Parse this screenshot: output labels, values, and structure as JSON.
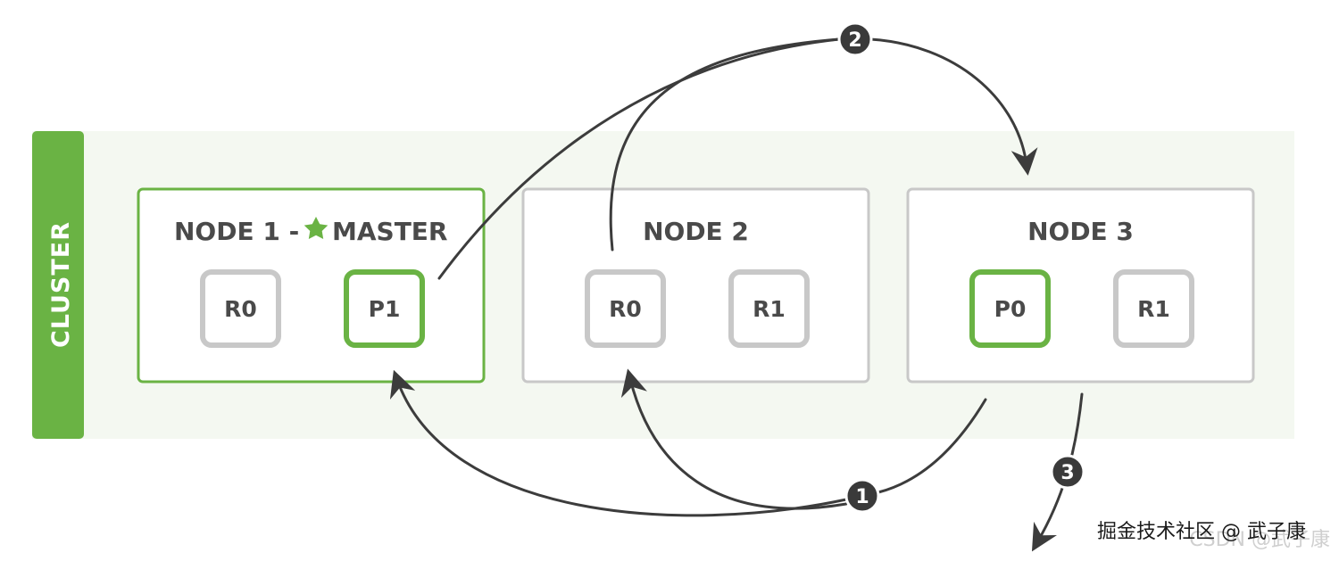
{
  "cluster": {
    "label": "CLUSTER"
  },
  "nodes": [
    {
      "title_prefix": "NODE 1 -",
      "title_suffix": "MASTER",
      "master_icon": "star-icon",
      "shards": [
        {
          "label": "R0",
          "kind": "replica"
        },
        {
          "label": "P1",
          "kind": "primary"
        }
      ]
    },
    {
      "title": "NODE 2",
      "shards": [
        {
          "label": "R0",
          "kind": "replica"
        },
        {
          "label": "R1",
          "kind": "replica"
        }
      ]
    },
    {
      "title": "NODE 3",
      "shards": [
        {
          "label": "P0",
          "kind": "primary"
        },
        {
          "label": "R1",
          "kind": "replica"
        }
      ]
    }
  ],
  "steps": [
    "1",
    "2",
    "3"
  ],
  "watermark": {
    "text": "掘金技术社区 @ 武子康",
    "ghost": "CSDN @武子康"
  },
  "colors": {
    "green": "#6ab344",
    "gray_border": "#c8c8c8",
    "cluster_bg": "#f4f8f1",
    "arrow": "#3c3c3c",
    "badge": "#3a3a3a",
    "text": "#4a4a4a"
  }
}
